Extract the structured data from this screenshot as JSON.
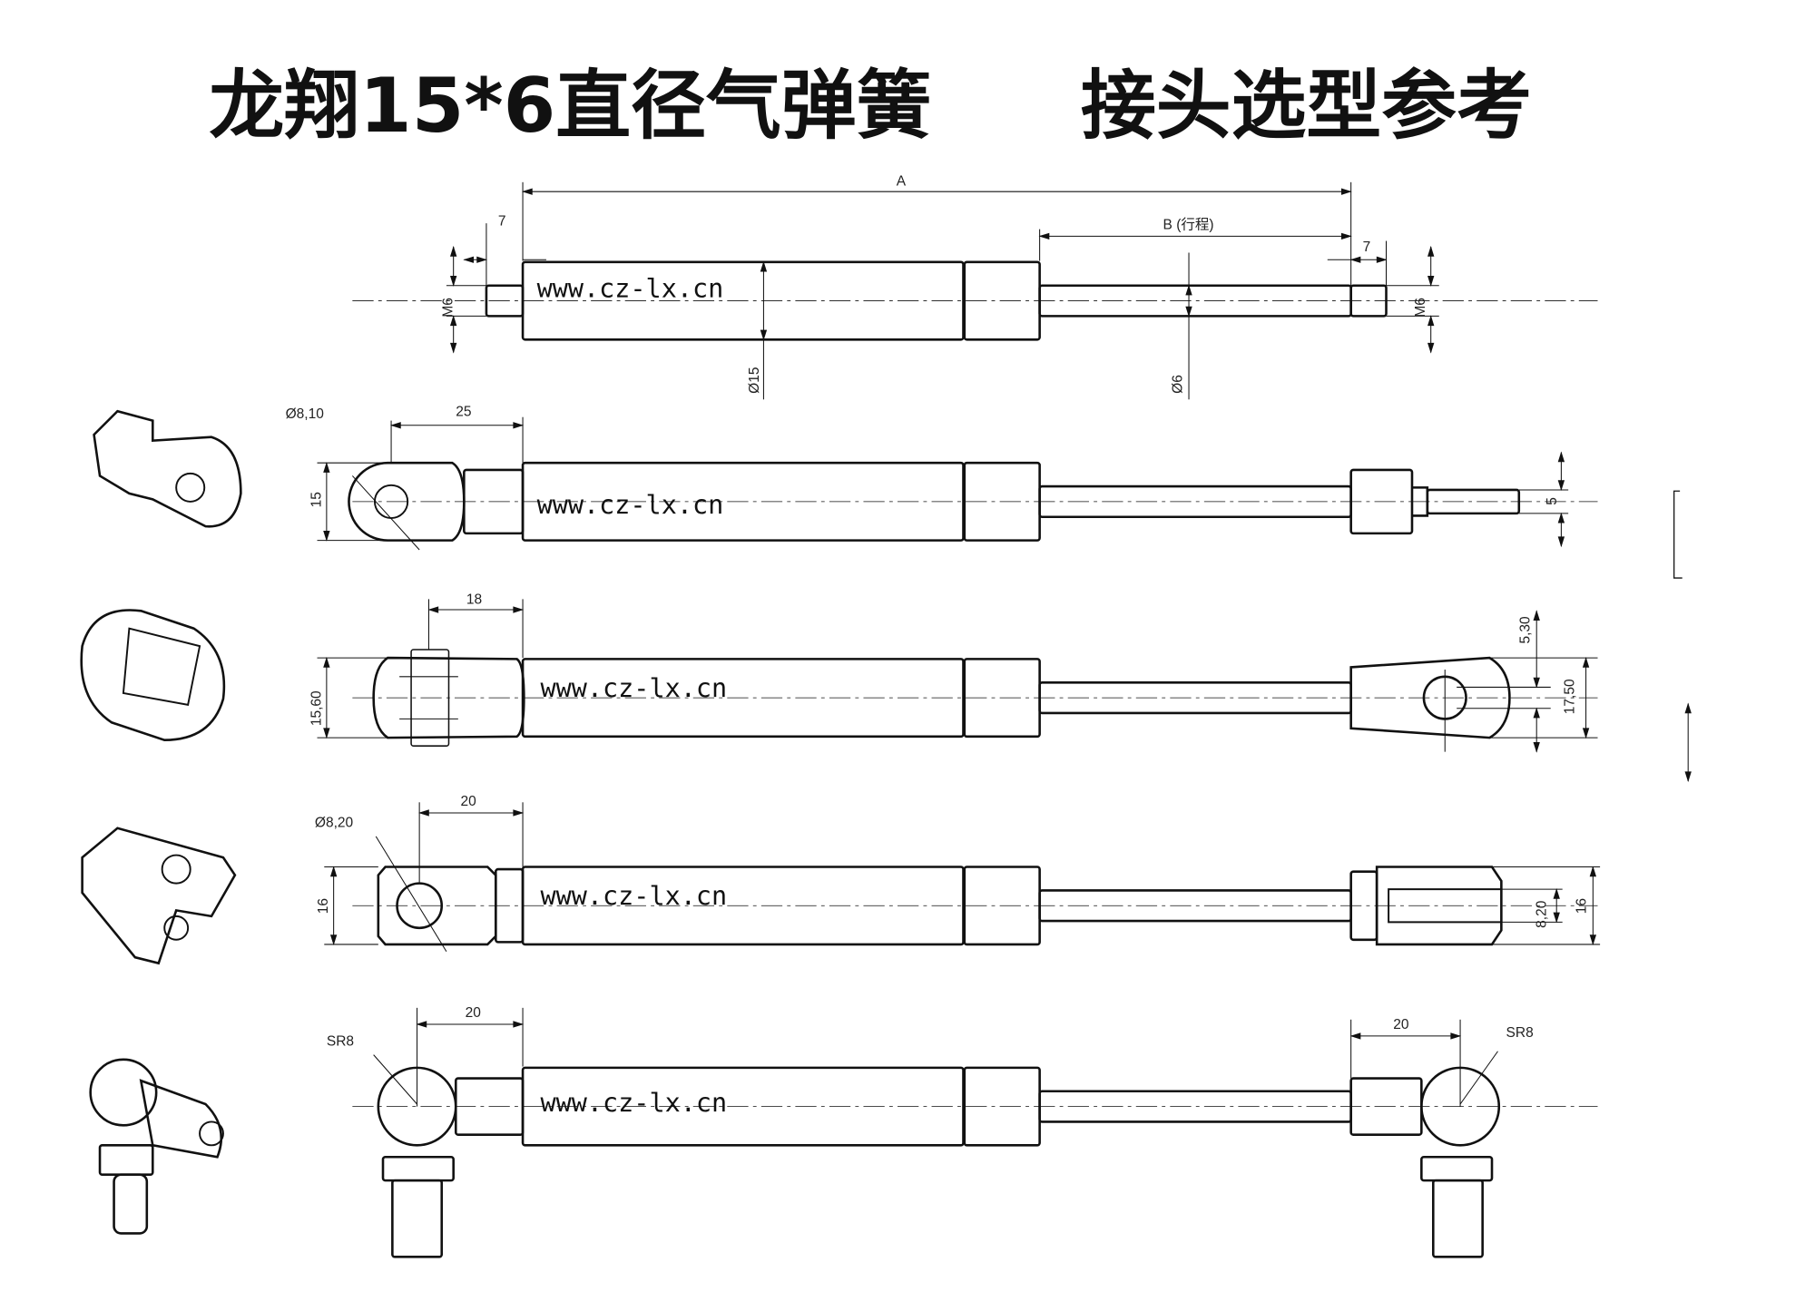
{
  "title": {
    "part1": "龙翔15*6直径气弹簧",
    "part2": "接头选型参考"
  },
  "watermark": "www.cz-lx.cn",
  "row1": {
    "A": "A",
    "B": "B (行程)",
    "left_len": "7",
    "right_len": "7",
    "thread_left": "M6",
    "thread_right": "M6",
    "body_dia": "Ø15",
    "rod_dia": "Ø6"
  },
  "row2": {
    "hole_dia": "Ø8,10",
    "length": "25",
    "height": "15",
    "tip": "5"
  },
  "row3": {
    "length": "18",
    "height": "15,60",
    "slot": "5,30",
    "width": "17,50"
  },
  "row4": {
    "hole_dia": "Ø8,20",
    "length": "20",
    "height": "16",
    "slot": "8,20",
    "width": "16"
  },
  "row5": {
    "left_radius": "SR8",
    "left_length": "20",
    "right_length": "20",
    "right_radius": "SR8"
  }
}
